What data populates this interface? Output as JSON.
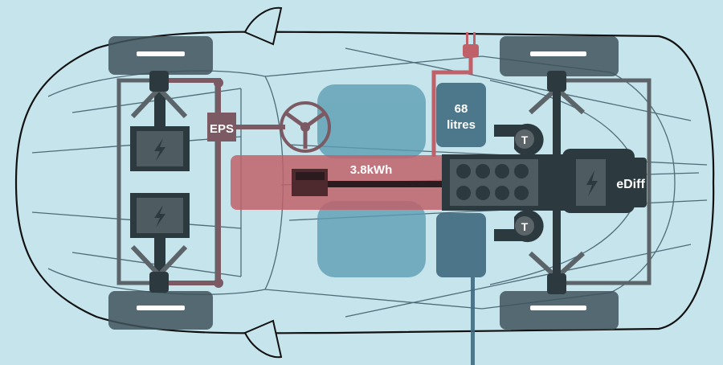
{
  "labels": {
    "eps": "EPS",
    "battery": "3.8kWh",
    "fuel_amount": "68",
    "fuel_unit": "litres",
    "ediff": "eDiff",
    "turbo_top": "T",
    "turbo_bottom": "T"
  },
  "colors": {
    "background": "#c6e4ec",
    "body_line": "#4e6b77",
    "drivetrain": "#2c3a40",
    "battery": "#c0616a",
    "steering": "#7c5a63",
    "seats": "#5d9db3",
    "fuel_tank": "#3f6a80"
  }
}
